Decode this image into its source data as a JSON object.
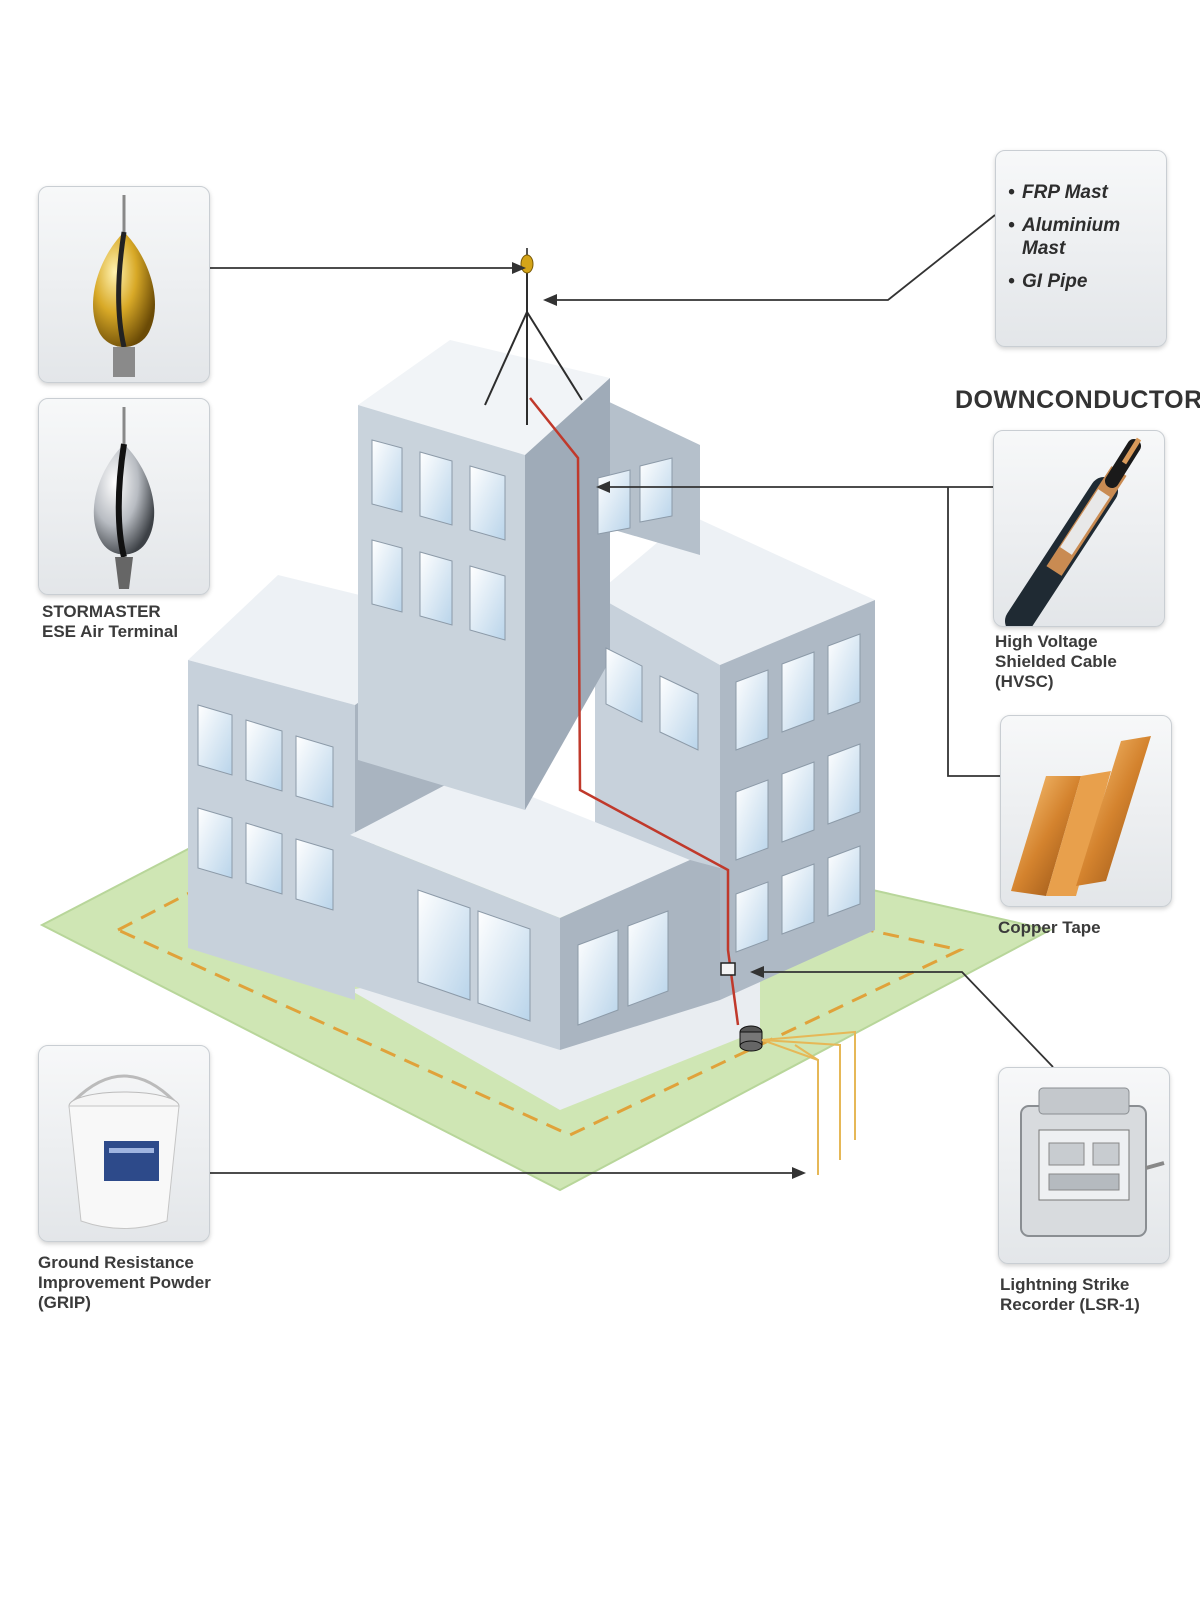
{
  "labels": {
    "air_terminal": [
      "STORMASTER",
      "ESE Air Terminal"
    ],
    "downconductor": "DOWNCONDUCTOR",
    "hvsc": [
      "High Voltage",
      "Shielded Cable",
      "(HVSC)"
    ],
    "copper_tape": "Copper Tape",
    "grip": [
      "Ground Resistance",
      "Improvement Powder",
      "(GRIP)"
    ],
    "lsr": [
      "Lightning Strike",
      "Recorder (LSR-1)"
    ]
  },
  "mast_options": [
    "FRP Mast",
    "Aluminium Mast",
    "GI Pipe"
  ],
  "colors": {
    "conductor": "#c0392b",
    "ground_ring": "#e0a23a",
    "lawn": "#cfe6b4",
    "building": "#c6d0da",
    "callout_line": "#333333"
  }
}
